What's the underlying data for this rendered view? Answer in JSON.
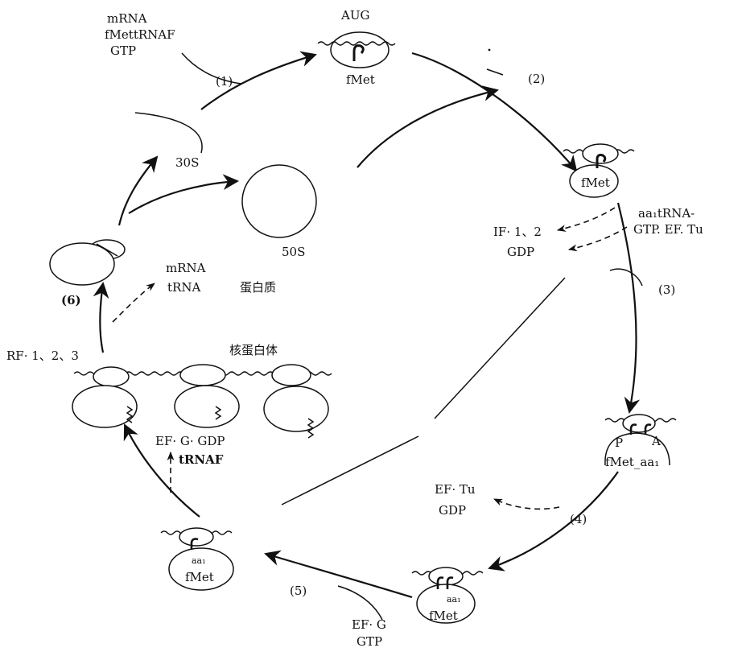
{
  "colors": {
    "ink": "#111111",
    "background": "#ffffff"
  },
  "labels": {
    "inputs": [
      "mRNA",
      "fMettRNAF",
      "GTP"
    ],
    "step1": "(1)",
    "step2": "(2)",
    "step3": "(3)",
    "step4": "(4)",
    "step5": "(5)",
    "step6": "(6)",
    "aug": "AUG",
    "fmet": "fMet",
    "s30": "30S",
    "s50": "50S",
    "release_products": [
      "mRNA",
      "tRNA"
    ],
    "protein": "蛋白质",
    "aa_charge": [
      "aa₁tRNA-",
      "GTP. EF. Tu"
    ],
    "if_release": [
      "IF· 1、2",
      "GDP"
    ],
    "site_p": "P",
    "site_a": "A",
    "fmet_aa1": "fMet_aa₁",
    "eftu_release": [
      "EF· Tu",
      "GDP"
    ],
    "aa1": "aa₁",
    "efg_in": [
      "EF· G",
      "GTP"
    ],
    "efg_out": [
      "EF· G· GDP",
      "tRNAF"
    ],
    "release_factors": "RF· 1、2、3",
    "polysome": "核蛋白体"
  }
}
